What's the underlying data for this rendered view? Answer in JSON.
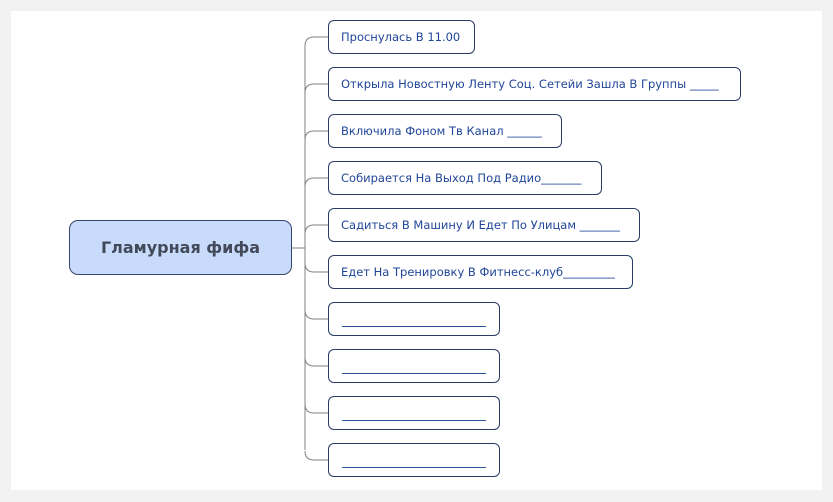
{
  "mindmap": {
    "central_topic": "Гламурная фифа",
    "colors": {
      "central_fill": "#c9dbfa",
      "border": "#2a3b66",
      "subtopic_text": "#1f4598",
      "central_text": "#424a5a",
      "connector": "#808080",
      "background": "#ffffff",
      "outer_background": "#f2f2f2"
    },
    "subtopics": [
      {
        "label": "Проснулась В 11.00"
      },
      {
        "label": "Открыла Новостную Ленту Соц. Сетейи Зашла В Группы _____"
      },
      {
        "label": "Включила Фоном Тв Канал ______"
      },
      {
        "label": "Собирается На Выход Под Радио_______"
      },
      {
        "label": "Садиться В Машину И Едет По Улицам _______"
      },
      {
        "label": "Едет На Тренировку В Фитнесс-клуб_________"
      },
      {
        "label": ""
      },
      {
        "label": ""
      },
      {
        "label": ""
      },
      {
        "label": ""
      }
    ]
  }
}
